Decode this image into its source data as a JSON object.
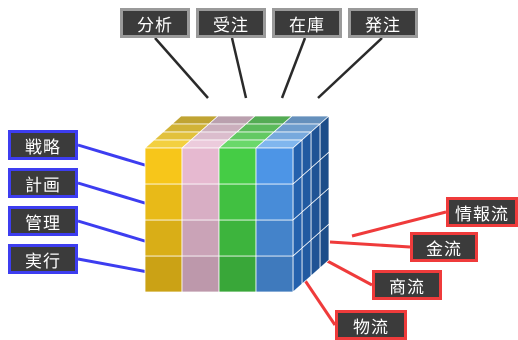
{
  "top_labels": [
    "分析",
    "受注",
    "在庫",
    "発注"
  ],
  "left_labels": [
    "戦略",
    "計画",
    "管理",
    "実行"
  ],
  "right_labels": [
    "情報流",
    "金流",
    "商流",
    "物流"
  ],
  "colors": {
    "label_bg": "#3b3b3b",
    "top_border": "#9a9a9a",
    "left_line": "#3d3df0",
    "right_line": "#ef3b3b",
    "connector_top": "#2a2a2a",
    "cube_columns": [
      "#e8b400",
      "#d98ab5",
      "#35b835",
      "#3a82d8"
    ]
  }
}
